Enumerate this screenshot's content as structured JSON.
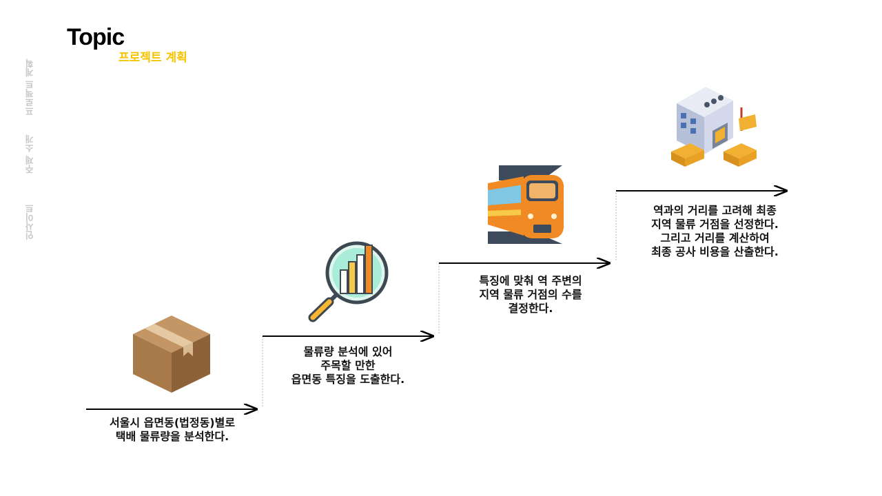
{
  "header": {
    "title": "Topic",
    "subtitle": "프로젝트 계획"
  },
  "side_nav": [
    "프로젝트 계획",
    "주제 소개",
    "인사이트"
  ],
  "steps": [
    {
      "icon": "package-box-icon",
      "text": "서울시 읍면동(법정동)별로\n택배 물류량을 분석한다."
    },
    {
      "icon": "chart-magnifier-icon",
      "text": "물류량 분석에 있어\n주목할 만한\n읍면동 특징을 도출한다."
    },
    {
      "icon": "train-icon",
      "text": "특징에 맞춰 역 주변의\n지역 물류 거점의 수를\n결정한다."
    },
    {
      "icon": "warehouse-icon",
      "text": "역과의 거리를 고려해 최종\n지역 물류 거점을 선정한다.\n그리고 거리를 계산하여\n최종 공사 비용을 산출한다."
    }
  ],
  "colors": {
    "accent": "#f7c300",
    "nav_text": "#c8c8c8",
    "box_brown": "#a87949",
    "train_orange": "#ef8a24",
    "train_dark": "#3c4a5c"
  }
}
